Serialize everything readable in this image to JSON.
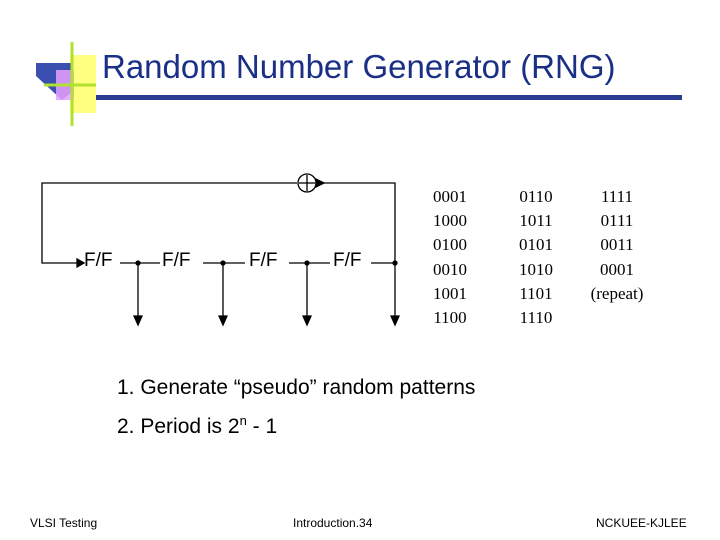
{
  "slide": {
    "title": "Random Number Generator (RNG)"
  },
  "diagram": {
    "flip_flops": [
      "F/F",
      "F/F",
      "F/F",
      "F/F"
    ],
    "xor_symbol": "+"
  },
  "sequence": {
    "col1": [
      "0001",
      "1000",
      "0100",
      "0010",
      "1001",
      "1100"
    ],
    "col2": [
      "0110",
      "1011",
      "0101",
      "1010",
      "1101",
      "1110"
    ],
    "col3": [
      "1111",
      "0111",
      "0011",
      "0001",
      "(repeat)"
    ]
  },
  "bullets": {
    "item1": "1. Generate “pseudo” random patterns",
    "item2_prefix": "2. Period is 2",
    "item2_sup": "n",
    "item2_suffix": " - 1"
  },
  "footer": {
    "left": "VLSI Testing",
    "center": "Introduction.34",
    "right": "NCKUEE-KJLEE"
  },
  "colors": {
    "title": "#1a2f86",
    "title_bar": "#2a3d90",
    "logo_blue": "#3a4fb0",
    "logo_yellow": "#ffff80",
    "logo_magenta": "#e8a0ff",
    "logo_green": "#b0e030"
  }
}
